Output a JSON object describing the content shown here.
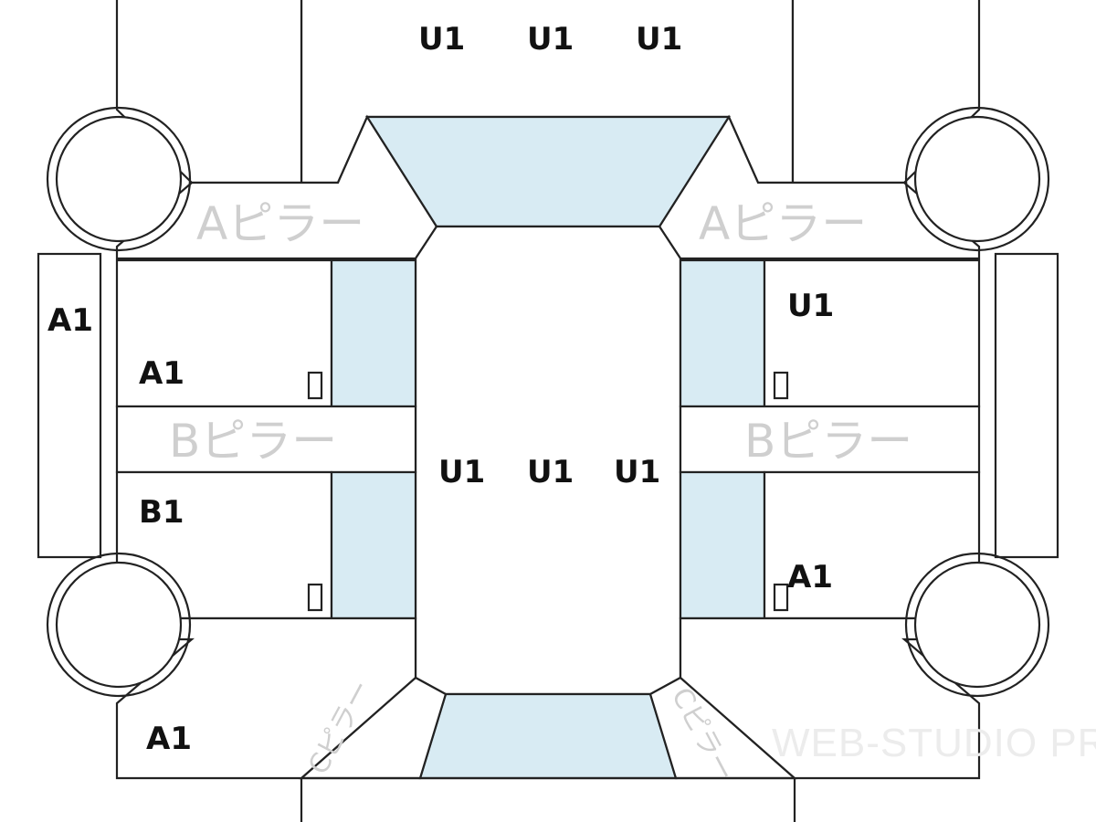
{
  "pillars": {
    "a_pillar_left": "Aピラー",
    "a_pillar_right": "Aピラー",
    "b_pillar_left": "Bピラー",
    "b_pillar_right": "Bピラー",
    "c_pillar_left": "Cピラー",
    "c_pillar_right": "Cピラー"
  },
  "grades": {
    "roof_1": "U1",
    "roof_2": "U1",
    "roof_3": "U1",
    "center_1": "U1",
    "center_2": "U1",
    "center_3": "U1",
    "left_rocker": "A1",
    "left_front_door": "A1",
    "left_rear_door": "B1",
    "left_rear_quarter": "A1",
    "right_front_door": "U1",
    "right_rear_door": "A1"
  },
  "watermark": "WEB-STUDIO PRO",
  "colors": {
    "glass": "#d8ebf3",
    "pillar_text": "#cfcfcf",
    "outline": "#222222"
  }
}
